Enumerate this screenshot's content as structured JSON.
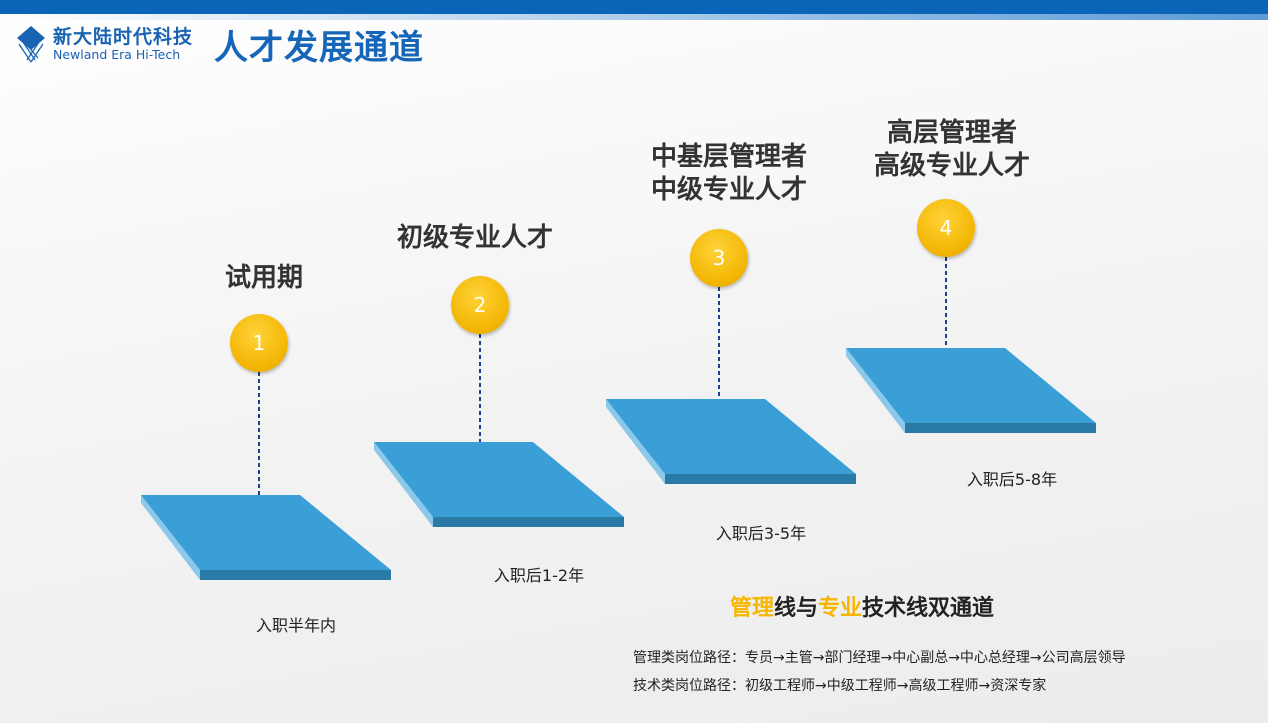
{
  "header": {
    "logo_cn": "新大陆时代科技",
    "logo_en": "Newland Era Hi-Tech",
    "title": "人才发展通道"
  },
  "steps": [
    {
      "number": "1",
      "title": "试用期",
      "title2": "",
      "period": "入职半年内"
    },
    {
      "number": "2",
      "title": "初级专业人才",
      "title2": "",
      "period": "入职后1-2年"
    },
    {
      "number": "3",
      "title": "中基层管理者",
      "title2": "中级专业人才",
      "period": "入职后3-5年"
    },
    {
      "number": "4",
      "title": "高层管理者",
      "title2": "高级专业人才",
      "period": "入职后5-8年"
    }
  ],
  "dual": {
    "a": "管理",
    "b": "线与",
    "c": "专业",
    "d": "技术线双通道"
  },
  "paths": {
    "management": "管理类岗位路径：专员→主管→部门经理→中心副总→中心总经理→公司高层领导",
    "technical": "技术类岗位路径：初级工程师→中级工程师→高级工程师→资深专家"
  },
  "colors": {
    "brand": "#1565b8",
    "accent": "#f7b500",
    "platform": "#3a9fd6"
  }
}
